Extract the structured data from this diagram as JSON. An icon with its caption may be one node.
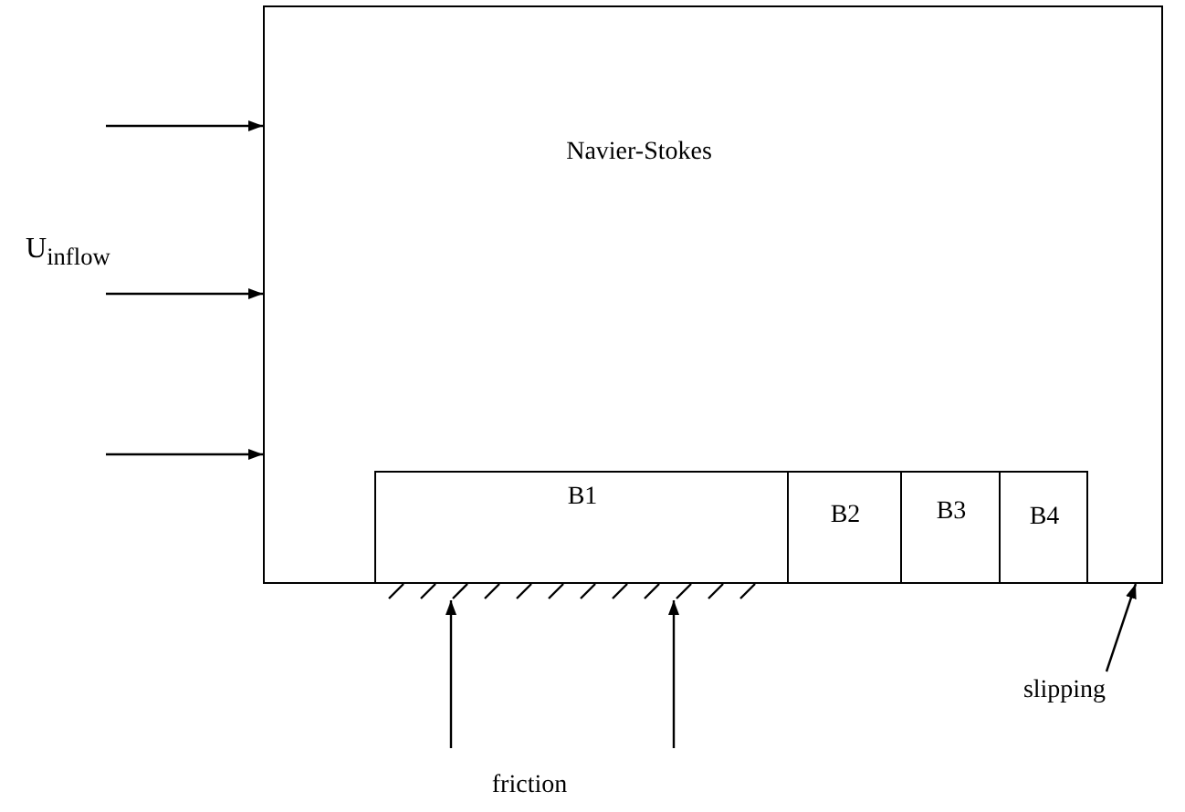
{
  "diagram": {
    "nodes": [
      {
        "text": [
          "Navier-Stokes"
        ]
      },
      {
        "text": [
          "B1"
        ],
        "in": 0
      },
      {
        "text": [
          "B2"
        ],
        "in": 0
      },
      {
        "text": [
          "B3"
        ],
        "in": 0
      },
      {
        "text": [
          "B4"
        ],
        "in": 0
      },
      {
        "text": [],
        "shape": "bar"
      },
      {
        "text": [
          "friction"
        ]
      },
      {
        "text": [
          "slipping"
        ]
      }
    ],
    "edges": [
      {
        "from": null,
        "to": 0,
        "arrow": "to"
      },
      {
        "from": null,
        "to": 0,
        "arrow": "to"
      },
      {
        "from": null,
        "to": 0,
        "arrow": "to"
      },
      {
        "from": 6,
        "to": 5,
        "arrow": "to"
      },
      {
        "from": 6,
        "to": 5,
        "arrow": "to"
      },
      {
        "from": 7,
        "to": 0,
        "arrow": "to"
      }
    ],
    "labels": [
      "U$_{inflow}$"
    ]
  }
}
